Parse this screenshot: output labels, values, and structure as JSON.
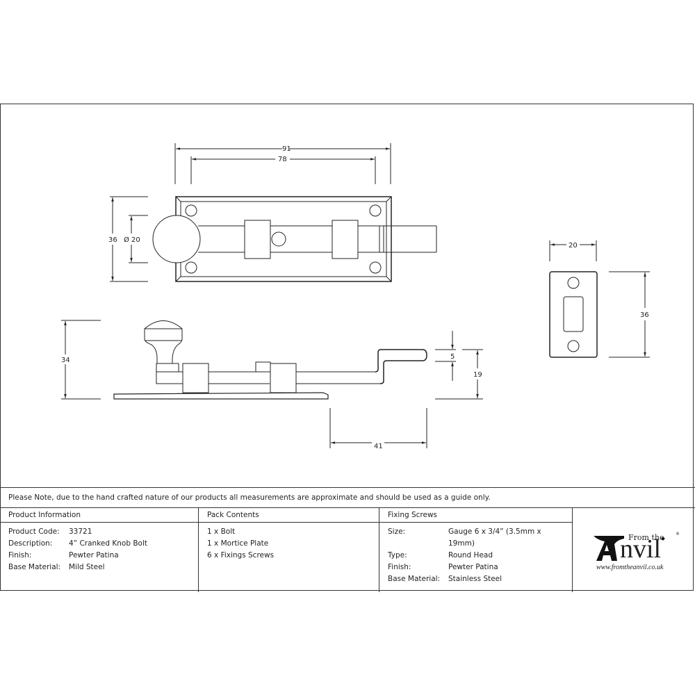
{
  "drawing": {
    "top_view": {
      "dims": {
        "overall_width": "91",
        "hole_centres": "78",
        "height": "36",
        "knob_diameter": "Ø 20"
      }
    },
    "side_view": {
      "dims": {
        "height": "34",
        "crank_thickness": "5",
        "crank_rise": "19",
        "crank_projection": "41"
      }
    },
    "mortice_plate": {
      "dims": {
        "width": "20",
        "height": "36"
      }
    }
  },
  "note": "Please Note, due to the hand crafted nature of our products all measurements are approximate and should be used as a guide only.",
  "product_information": {
    "heading": "Product Information",
    "rows": [
      {
        "label": "Product Code:",
        "value": "33721"
      },
      {
        "label": "Description:",
        "value": "4” Cranked Knob Bolt"
      },
      {
        "label": "Finish:",
        "value": "Pewter Patina"
      },
      {
        "label": "Base Material:",
        "value": "Mild Steel"
      }
    ]
  },
  "pack_contents": {
    "heading": "Pack Contents",
    "items": [
      "1 x Bolt",
      "1 x Mortice Plate",
      "6 x Fixings Screws"
    ]
  },
  "fixing_screws": {
    "heading": "Fixing Screws",
    "rows": [
      {
        "label": "Size:",
        "value": "Gauge 6 x 3/4” (3.5mm x 19mm)"
      },
      {
        "label": "Type:",
        "value": "Round Head"
      },
      {
        "label": "Finish:",
        "value": "Pewter Patina"
      },
      {
        "label": "Base Material:",
        "value": "Stainless Steel"
      }
    ]
  },
  "logo": {
    "from_the": "From the",
    "brand": "Anvil",
    "url": "www.fromtheanvil.co.uk",
    "registered": "®"
  }
}
